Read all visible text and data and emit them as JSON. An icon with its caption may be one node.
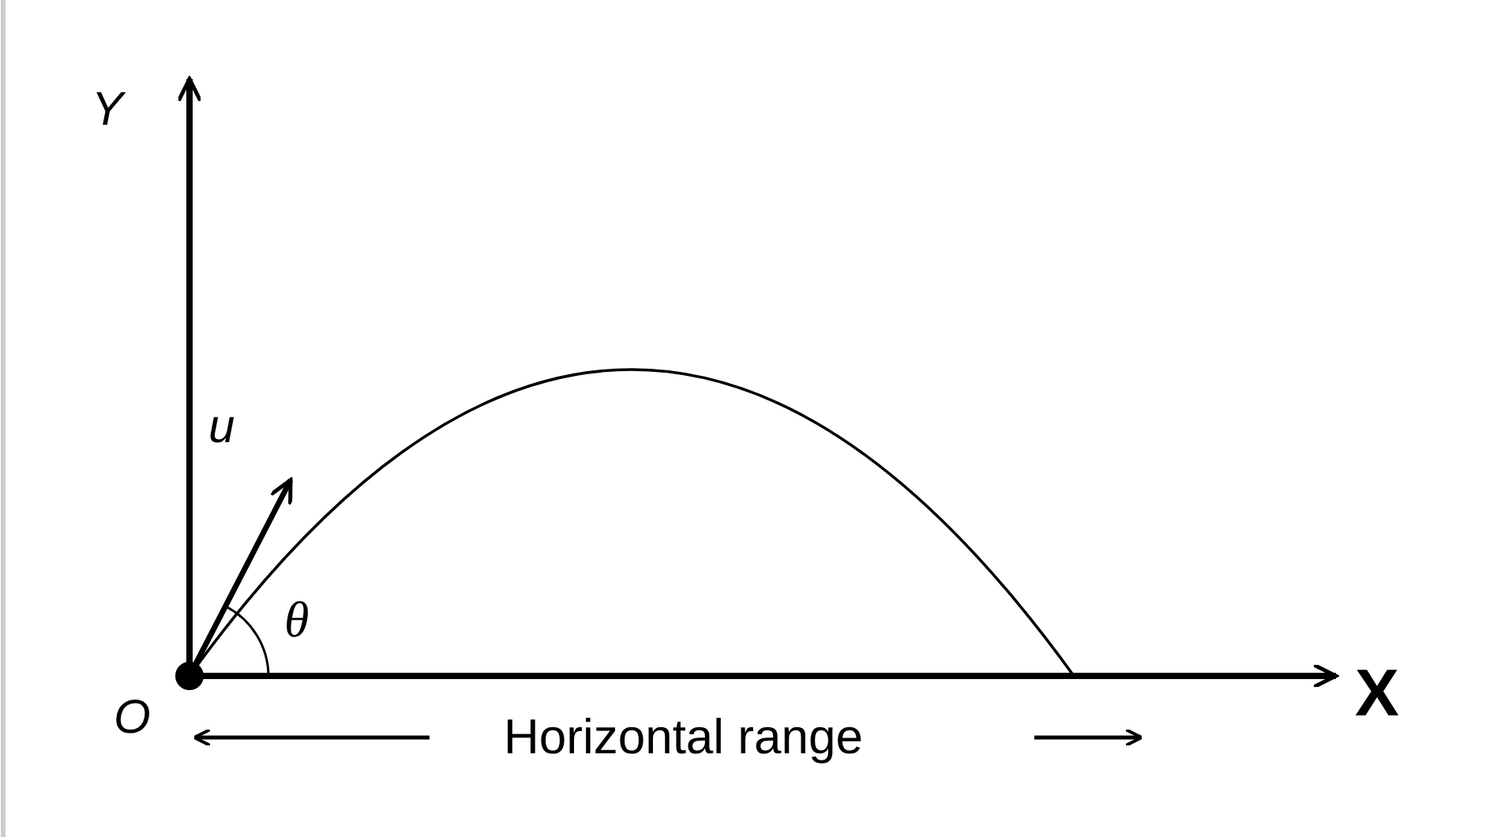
{
  "diagram": {
    "labels": [
      "Y",
      "u",
      "θ",
      "O",
      "X",
      "Horizontal range"
    ]
  }
}
